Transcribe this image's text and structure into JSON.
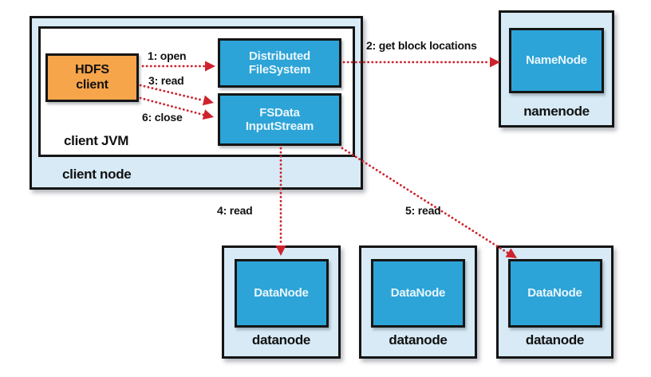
{
  "colors": {
    "container_bg": "#d7eaf5",
    "box_blue": "#2da4d8",
    "box_orange": "#f6a54b",
    "arrow_red": "#cf222d",
    "border": "#151515",
    "box_text": "#eaf6fc"
  },
  "client_node": {
    "node_label": "client node",
    "jvm_label": "client JVM",
    "hdfs_client": {
      "line1": "HDFS",
      "line2": "client"
    },
    "distributed_filesystem": {
      "line1": "Distributed",
      "line2": "FileSystem"
    },
    "fsdata_inputstream": {
      "line1": "FSData",
      "line2": "InputStream"
    }
  },
  "namenode": {
    "box_label": "NameNode",
    "node_label": "namenode"
  },
  "datanodes": [
    {
      "box_label": "DataNode",
      "node_label": "datanode"
    },
    {
      "box_label": "DataNode",
      "node_label": "datanode"
    },
    {
      "box_label": "DataNode",
      "node_label": "datanode"
    }
  ],
  "arrows": {
    "open": "1: open",
    "get_block_locations": "2: get block locations",
    "read_3": "3: read",
    "read_4": "4: read",
    "read_5": "5: read",
    "close": "6: close"
  }
}
